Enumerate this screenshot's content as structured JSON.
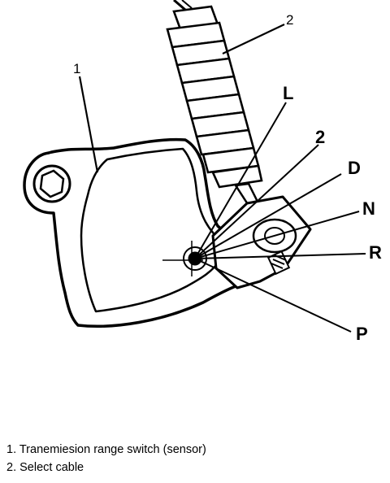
{
  "callouts": {
    "part_1": "1",
    "part_2": "2",
    "pos_L": "L",
    "pos_2": "2",
    "pos_D": "D",
    "pos_N": "N",
    "pos_R": "R",
    "pos_P": "P"
  },
  "legend": [
    "1. Tranemiesion range switch (sensor)",
    "2. Select cable"
  ]
}
